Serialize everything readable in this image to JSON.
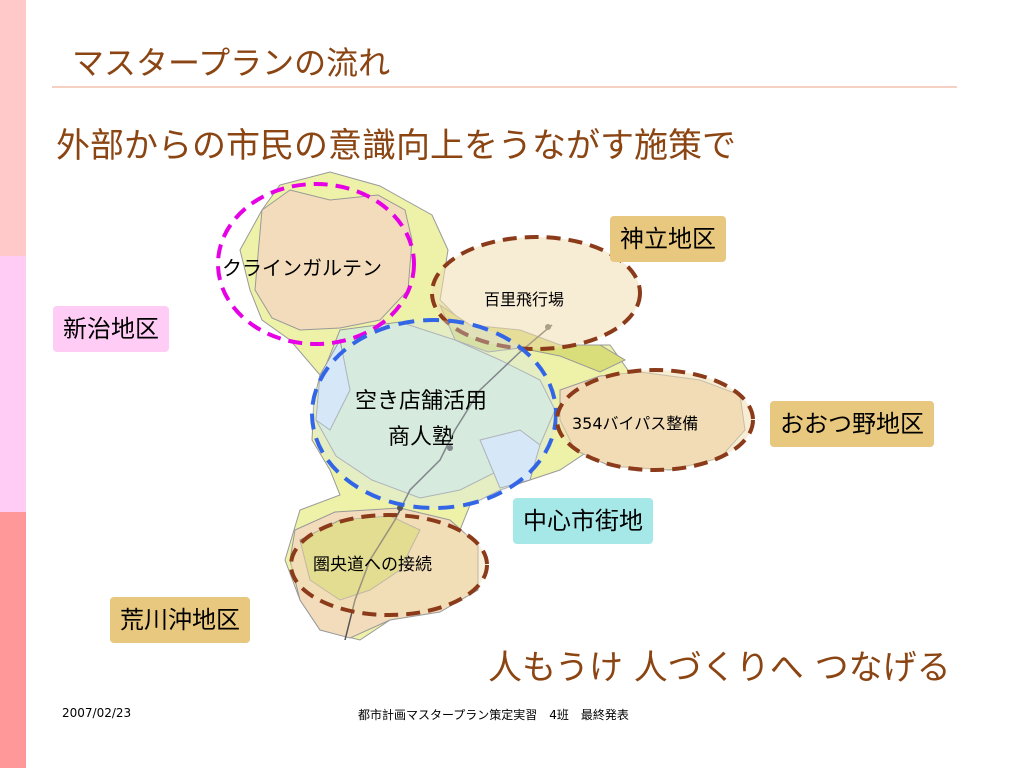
{
  "slide": {
    "title": "マスタープランの流れ",
    "subtitle": "外部からの市民の意識向上をうながす施策で",
    "slogan": "人もうけ 人づくりへ つなげる"
  },
  "map": {
    "circle_labels": {
      "kleingarten": "クラインガルテン",
      "airfield": "百里飛行場",
      "akiten_line1": "空き店舗活用",
      "akiten_line2": "商人塾",
      "bypass": "354バイパス整備",
      "kenodo": "圏央道への接続"
    },
    "districts": {
      "jinryu": "神立地区",
      "niiji": "新治地区",
      "ootsuno": "おおつ野地区",
      "center": "中心市街地",
      "arakawa": "荒川沖地区"
    }
  },
  "footer": {
    "date": "2007/02/23",
    "title": "都市計画マスタープラン策定実習　4班　最終発表"
  },
  "colors": {
    "title_brown": "#8b4513",
    "strip_top": "#ffc9c9",
    "strip_mid": "#ffccf5",
    "strip_bottom": "#ff9999",
    "dashed_magenta": "#e600e6",
    "dashed_blue": "#3366e6",
    "dashed_brown": "#8b3a1a",
    "district_tan": "#e8c77f",
    "district_pink": "#ffccf5",
    "district_cyan": "#a6e8e8"
  }
}
